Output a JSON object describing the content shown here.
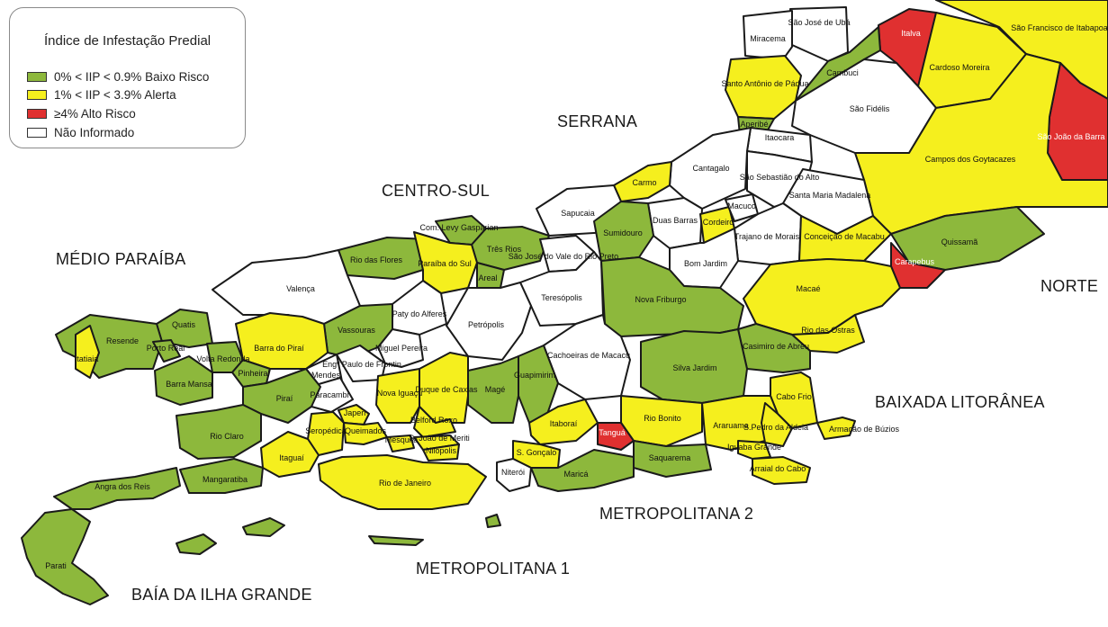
{
  "legend": {
    "title": "Índice de Infestação Predial",
    "items": [
      {
        "label": "0% < IIP < 0.9% Baixo Risco",
        "color": "#8db83c"
      },
      {
        "label": "1% < IIP < 3.9% Alerta",
        "color": "#f5ef1e"
      },
      {
        "label": "≥4% Alto Risco",
        "color": "#e03030"
      },
      {
        "label": "Não Informado",
        "color": "#ffffff"
      }
    ]
  },
  "regions": {
    "serrana": "SERRANA",
    "centro_sul": "CENTRO-SUL",
    "medio_paraiba": "MÉDIO PARAÍBA",
    "norte": "NORTE",
    "baixada_litoranea": "BAIXADA LITORÂNEA",
    "metropolitana_2": "METROPOLITANA 2",
    "metropolitana_1": "METROPOLITANA 1",
    "baia_ilha_grande": "BAÍA DA ILHA GRANDE"
  },
  "municipalities": [
    {
      "name": "São José de Ubá",
      "risk": "none"
    },
    {
      "name": "Miracema",
      "risk": "none"
    },
    {
      "name": "Italva",
      "risk": "high"
    },
    {
      "name": "São Francisco de Itabapoana",
      "risk": "alert"
    },
    {
      "name": "Cambuci",
      "risk": "low"
    },
    {
      "name": "Santo Antônio de Pádua",
      "risk": "alert"
    },
    {
      "name": "Cardoso Moreira",
      "risk": "alert"
    },
    {
      "name": "Aperibé",
      "risk": "low"
    },
    {
      "name": "São Fidélis",
      "risk": "none"
    },
    {
      "name": "São João da Barra",
      "risk": "high"
    },
    {
      "name": "Itaocara",
      "risk": "none"
    },
    {
      "name": "Campos dos Goytacazes",
      "risk": "alert"
    },
    {
      "name": "Cantagalo",
      "risk": "none"
    },
    {
      "name": "São Sebastião do Alto",
      "risk": "none"
    },
    {
      "name": "Carmo",
      "risk": "alert"
    },
    {
      "name": "Santa Maria Madalena",
      "risk": "none"
    },
    {
      "name": "Duas Barras",
      "risk": "none"
    },
    {
      "name": "Cordeiro",
      "risk": "alert"
    },
    {
      "name": "Macuco",
      "risk": "none"
    },
    {
      "name": "Sapucaia",
      "risk": "none"
    },
    {
      "name": "Com. Levy Gasparian",
      "risk": "low"
    },
    {
      "name": "Trajano de Morais",
      "risk": "none"
    },
    {
      "name": "Conceição de Macabu",
      "risk": "alert"
    },
    {
      "name": "Quissamã",
      "risk": "low"
    },
    {
      "name": "Sumidouro",
      "risk": "low"
    },
    {
      "name": "Bom Jardim",
      "risk": "none"
    },
    {
      "name": "Três Rios",
      "risk": "low"
    },
    {
      "name": "São José do Vale do Rio Preto",
      "risk": "none"
    },
    {
      "name": "Carapebus",
      "risk": "high"
    },
    {
      "name": "Rio das Flores",
      "risk": "low"
    },
    {
      "name": "Paraíba do Sul",
      "risk": "alert"
    },
    {
      "name": "Areal",
      "risk": "low"
    },
    {
      "name": "Valença",
      "risk": "none"
    },
    {
      "name": "Teresópolis",
      "risk": "none"
    },
    {
      "name": "Nova Friburgo",
      "risk": "low"
    },
    {
      "name": "Macaé",
      "risk": "alert"
    },
    {
      "name": "Paty do Alferes",
      "risk": "none"
    },
    {
      "name": "Petrópolis",
      "risk": "none"
    },
    {
      "name": "Quatis",
      "risk": "low"
    },
    {
      "name": "Vassouras",
      "risk": "low"
    },
    {
      "name": "Rio das Ostras",
      "risk": "alert"
    },
    {
      "name": "Resende",
      "risk": "low"
    },
    {
      "name": "Barra do Piraí",
      "risk": "alert"
    },
    {
      "name": "Cachoeiras de Macacu",
      "risk": "none"
    },
    {
      "name": "Casimiro de Abreu",
      "risk": "low"
    },
    {
      "name": "Porto Real",
      "risk": "low"
    },
    {
      "name": "Miguel Pereira",
      "risk": "none"
    },
    {
      "name": "Itatiaia",
      "risk": "alert"
    },
    {
      "name": "Volta Redonda",
      "risk": "low"
    },
    {
      "name": "Engº Paulo de Frontin",
      "risk": "none"
    },
    {
      "name": "Silva Jardim",
      "risk": "low"
    },
    {
      "name": "Barra Mansa",
      "risk": "low"
    },
    {
      "name": "Pinheiral",
      "risk": "low"
    },
    {
      "name": "Mendes",
      "risk": "none"
    },
    {
      "name": "Duque de Caxias",
      "risk": "alert"
    },
    {
      "name": "Guapimirim",
      "risk": "low"
    },
    {
      "name": "Paracambi",
      "risk": "none"
    },
    {
      "name": "Nova Iguaçu",
      "risk": "alert"
    },
    {
      "name": "Magé",
      "risk": "low"
    },
    {
      "name": "Cabo Frio",
      "risk": "alert"
    },
    {
      "name": "Piraí",
      "risk": "low"
    },
    {
      "name": "Japeri",
      "risk": "alert"
    },
    {
      "name": "Belford Roxo",
      "risk": "alert"
    },
    {
      "name": "Itaboraí",
      "risk": "alert"
    },
    {
      "name": "Rio Bonito",
      "risk": "alert"
    },
    {
      "name": "Seropédica",
      "risk": "alert"
    },
    {
      "name": "Queimados",
      "risk": "alert"
    },
    {
      "name": "Tanguá",
      "risk": "high"
    },
    {
      "name": "Araruama",
      "risk": "alert"
    },
    {
      "name": "S.Pedro da Aldeia",
      "risk": "alert"
    },
    {
      "name": "Rio Claro",
      "risk": "low"
    },
    {
      "name": "Mesquita",
      "risk": "alert"
    },
    {
      "name": "S. João de Meriti",
      "risk": "alert"
    },
    {
      "name": "Nilópolis",
      "risk": "alert"
    },
    {
      "name": "S. Gonçalo",
      "risk": "alert"
    },
    {
      "name": "Armação de Búzios",
      "risk": "alert"
    },
    {
      "name": "Iguaba Grande",
      "risk": "alert"
    },
    {
      "name": "Itaguaí",
      "risk": "alert"
    },
    {
      "name": "Saquarema",
      "risk": "low"
    },
    {
      "name": "Niterói",
      "risk": "none"
    },
    {
      "name": "Maricá",
      "risk": "low"
    },
    {
      "name": "Arraial do Cabo",
      "risk": "alert"
    },
    {
      "name": "Rio de Janeiro",
      "risk": "alert"
    },
    {
      "name": "Angra dos Reis",
      "risk": "low"
    },
    {
      "name": "Mangaratiba",
      "risk": "low"
    },
    {
      "name": "Parati",
      "risk": "low"
    }
  ],
  "colors": {
    "low": "#8db83c",
    "alert": "#f5ef1e",
    "high": "#e03030",
    "none": "#ffffff",
    "border": "#1a1a1a"
  }
}
